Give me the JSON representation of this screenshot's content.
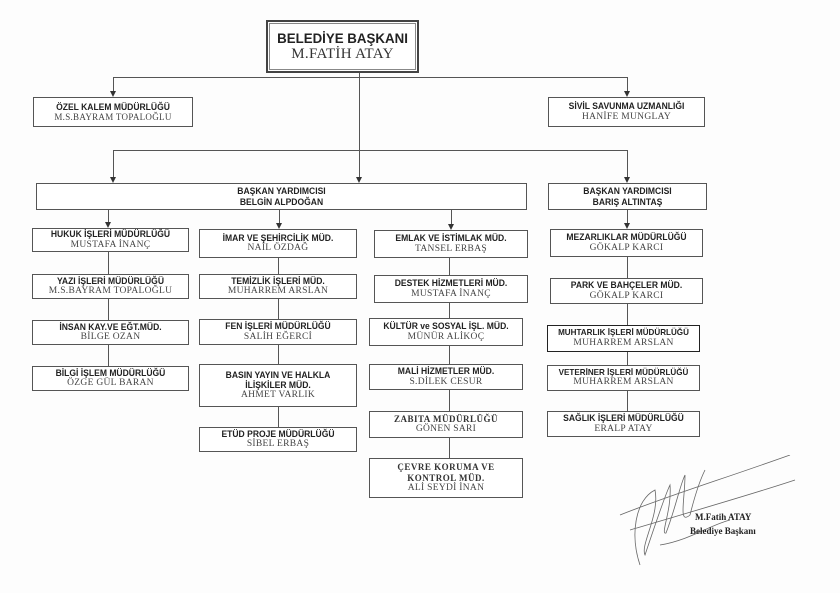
{
  "mayor": {
    "title": "BELEDİYE BAŞKANI",
    "name": "M.FATİH ATAY"
  },
  "staff": [
    {
      "title": "ÖZEL KALEM MÜDÜRLÜĞÜ",
      "name": "M.S.BAYRAM TOPALOĞLU"
    },
    {
      "title": "SİVİL SAVUNMA UZMANLIĞI",
      "name": "HANİFE MUNGLAY"
    }
  ],
  "deputies": [
    {
      "title": "BAŞKAN YARDIMCISI",
      "name": "BELGİN ALPDOĞAN"
    },
    {
      "title": "BAŞKAN YARDIMCISI",
      "name": "BARIŞ ALTINTAŞ"
    }
  ],
  "columns": [
    [
      {
        "title": "HUKUK İŞLERİ MÜDÜRLÜĞÜ",
        "name": "MUSTAFA İNANÇ"
      },
      {
        "title": "YAZI İŞLERİ MÜDÜRLÜĞÜ",
        "name": "M.S.BAYRAM TOPALOĞLU"
      },
      {
        "title": "İNSAN KAY.VE EĞT.MÜD.",
        "name": "BİLGE OZAN"
      },
      {
        "title": "BİLGİ İŞLEM MÜDÜRLÜĞÜ",
        "name": "ÖZGE GÜL BARAN"
      }
    ],
    [
      {
        "title": "İMAR VE ŞEHİRCİLİK MÜD.",
        "name": "NAİL ÖZDAĞ"
      },
      {
        "title": "TEMİZLİK İŞLERİ MÜD.",
        "name": "MUHARREM ARSLAN"
      },
      {
        "title": "FEN İŞLERİ MÜDÜRLÜĞÜ",
        "name": "SALİH EĞERCİ"
      },
      {
        "title": "BASIN YAYIN VE HALKLA",
        "title2": "İLİŞKİLER MÜD.",
        "name": "AHMET VARLIK"
      },
      {
        "title": "ETÜD PROJE MÜDÜRLÜĞÜ",
        "name": "SİBEL ERBAŞ"
      }
    ],
    [
      {
        "title": "EMLAK VE İSTİMLAK MÜD.",
        "name": "TANSEL ERBAŞ"
      },
      {
        "title": "DESTEK HİZMETLERİ MÜD.",
        "name": "MUSTAFA İNANÇ"
      },
      {
        "title": "KÜLTÜR ve SOSYAL İŞL. MÜD.",
        "name": "MÜNÜR ALİKOÇ"
      },
      {
        "title": "MALİ HİZMETLER MÜD.",
        "name": "S.DİLEK CESUR"
      },
      {
        "title": "ZABITA MÜDÜRLÜĞÜ",
        "name": "GÖNEN SARI"
      },
      {
        "title": "ÇEVRE KORUMA VE",
        "title2": "KONTROL MÜD.",
        "name": "ALİ SEYDİ İNAN"
      }
    ],
    [
      {
        "title": "MEZARLIKLAR MÜDÜRLÜĞÜ",
        "name": "GÖKALP KARCI"
      },
      {
        "title": "PARK VE BAHÇELER MÜD.",
        "name": "GÖKALP KARCI"
      },
      {
        "title": "MUHTARLIK İŞLERİ MÜDÜRLÜĞÜ",
        "name": "MUHARREM ARSLAN"
      },
      {
        "title": "VETERİNER İŞLERİ MÜDÜRLÜĞÜ",
        "name": "MUHARREM ARSLAN"
      },
      {
        "title": "SAĞLIK İŞLERİ MÜDÜRLÜĞÜ",
        "name": "ERALP ATAY"
      }
    ]
  ],
  "signature": {
    "name": "M.Fatih ATAY",
    "title": "Belediye Başkanı"
  }
}
